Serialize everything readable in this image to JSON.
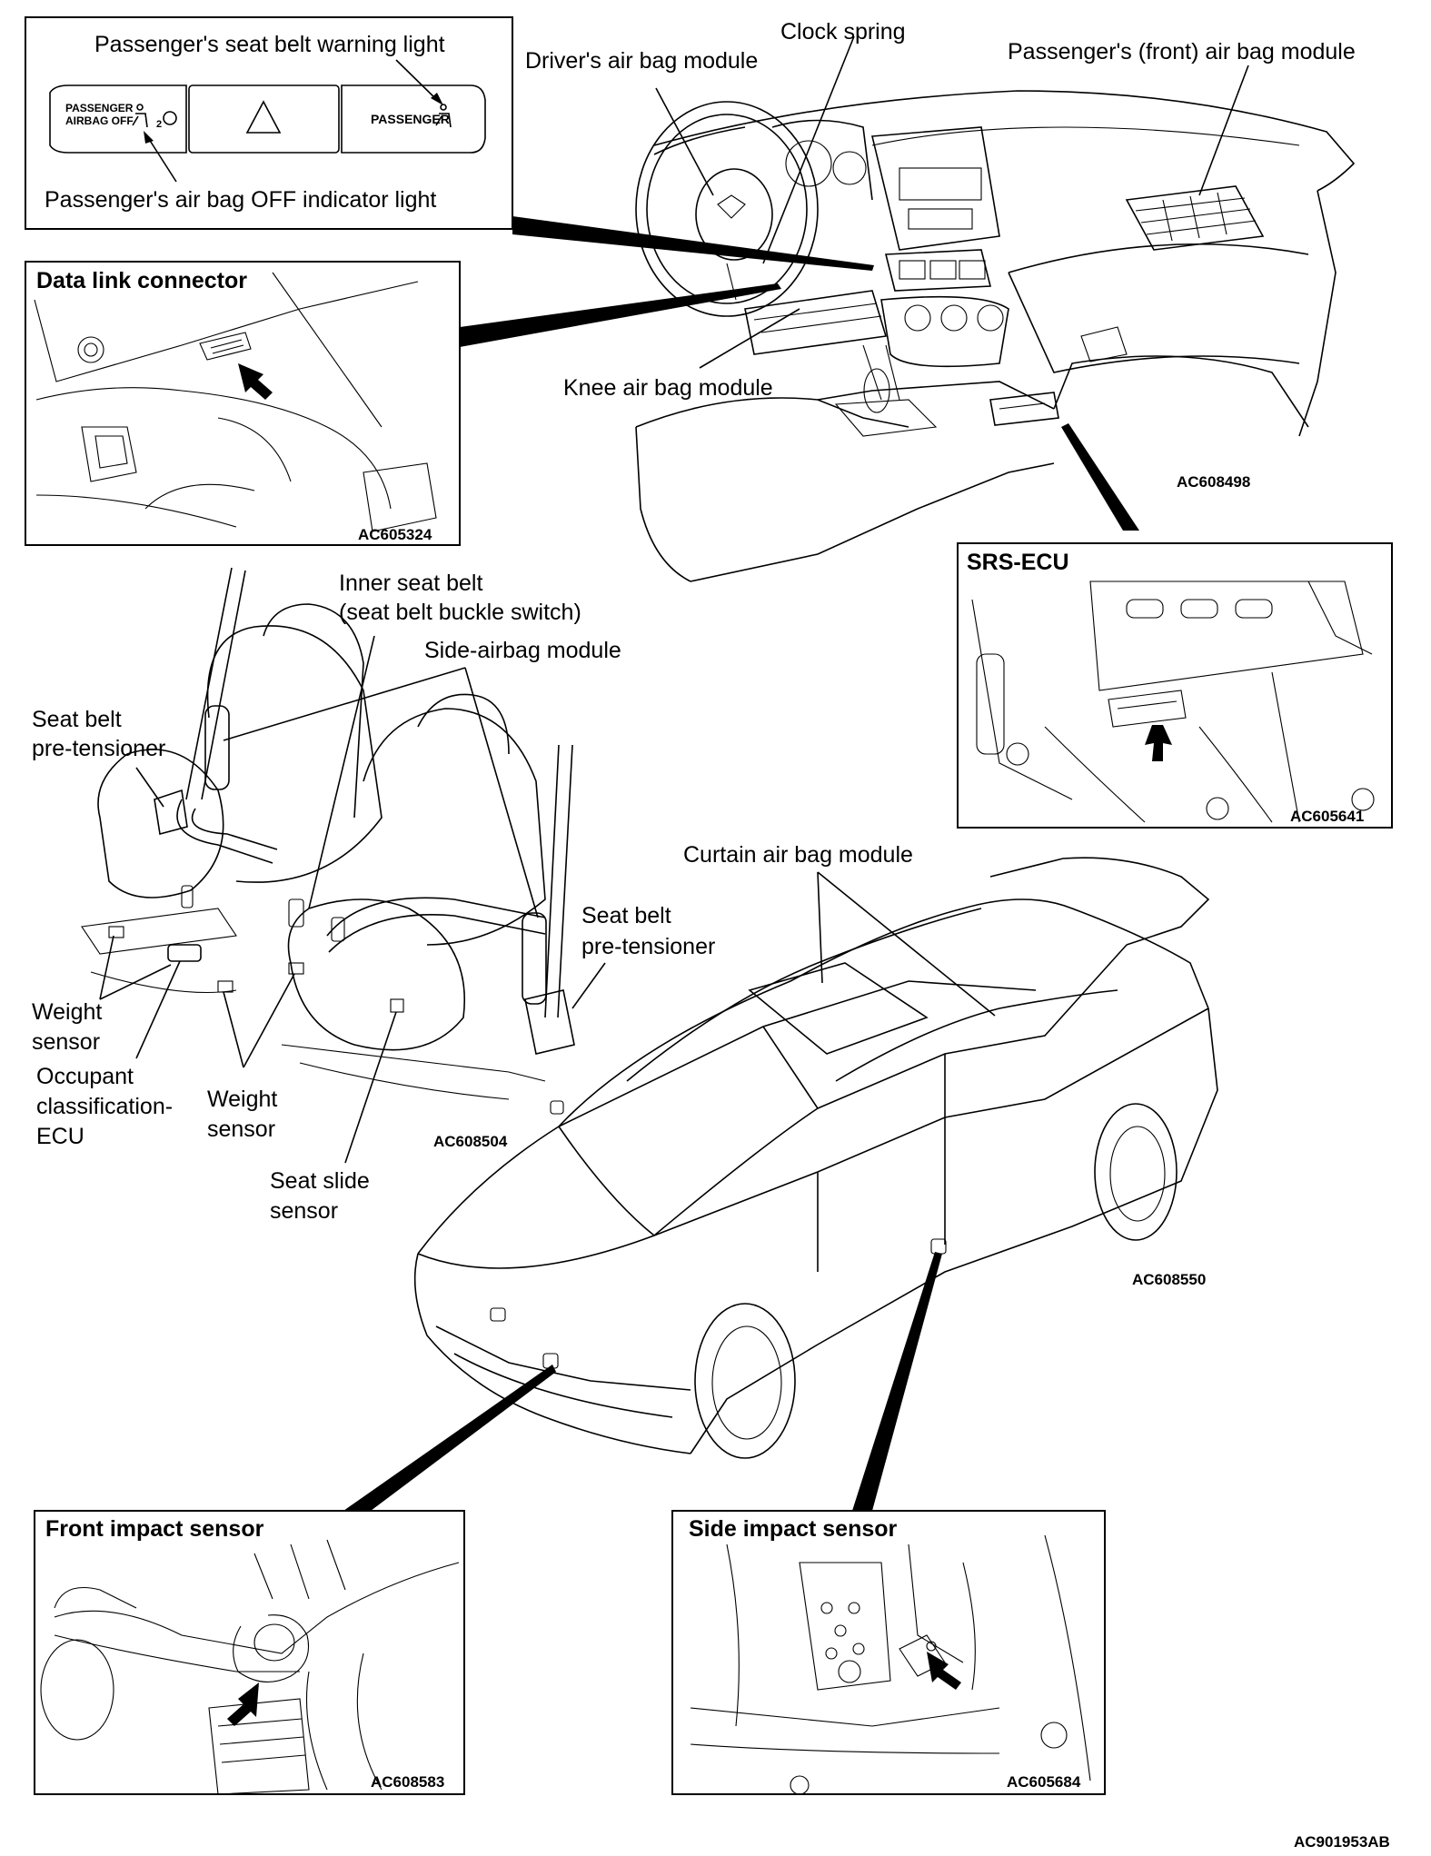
{
  "labels": {
    "passenger_seat_belt_warning_light": "Passenger's seat belt warning light",
    "passenger_air_bag_off_indicator_light": "Passenger's air bag OFF indicator light",
    "clock_spring": "Clock spring",
    "drivers_air_bag_module": "Driver's air bag module",
    "passengers_front_air_bag_module": "Passenger's (front) air bag module",
    "knee_air_bag_module": "Knee air bag module",
    "inner_seat_belt_line1": "Inner seat belt",
    "inner_seat_belt_line2": "(seat belt buckle switch)",
    "side_airbag_module": "Side-airbag module",
    "seat_belt_pretensioner_left_line1": "Seat belt",
    "seat_belt_pretensioner_left_line2": "pre-tensioner",
    "seat_belt_pretensioner_right_line1": "Seat belt",
    "seat_belt_pretensioner_right_line2": "pre-tensioner",
    "weight_sensor_left_line1": "Weight",
    "weight_sensor_left_line2": "sensor",
    "occupant_classification_ecu_line1": "Occupant",
    "occupant_classification_ecu_line2": "classification-",
    "occupant_classification_ecu_line3": "ECU",
    "weight_sensor_right_line1": "Weight",
    "weight_sensor_right_line2": "sensor",
    "seat_slide_sensor_line1": "Seat slide",
    "seat_slide_sensor_line2": "sensor",
    "curtain_air_bag_module": "Curtain air bag module"
  },
  "switch_panel": {
    "passenger_airbag_off_text_line1": "PASSENGER",
    "passenger_airbag_off_text_line2": "AIRBAG OFF",
    "passenger_text": "PASSENGER",
    "subscript_2": "2"
  },
  "boxes": {
    "data_link_connector": "Data link connector",
    "srs_ecu": "SRS-ECU",
    "front_impact_sensor": "Front impact sensor",
    "side_impact_sensor": "Side impact sensor"
  },
  "codes": {
    "dash": "AC608498",
    "data_link": "AC605324",
    "srs_ecu": "AC605641",
    "seat": "AC608504",
    "car": "AC608550",
    "front_impact": "AC608583",
    "side_impact": "AC605684",
    "figure": "AC901953AB"
  }
}
